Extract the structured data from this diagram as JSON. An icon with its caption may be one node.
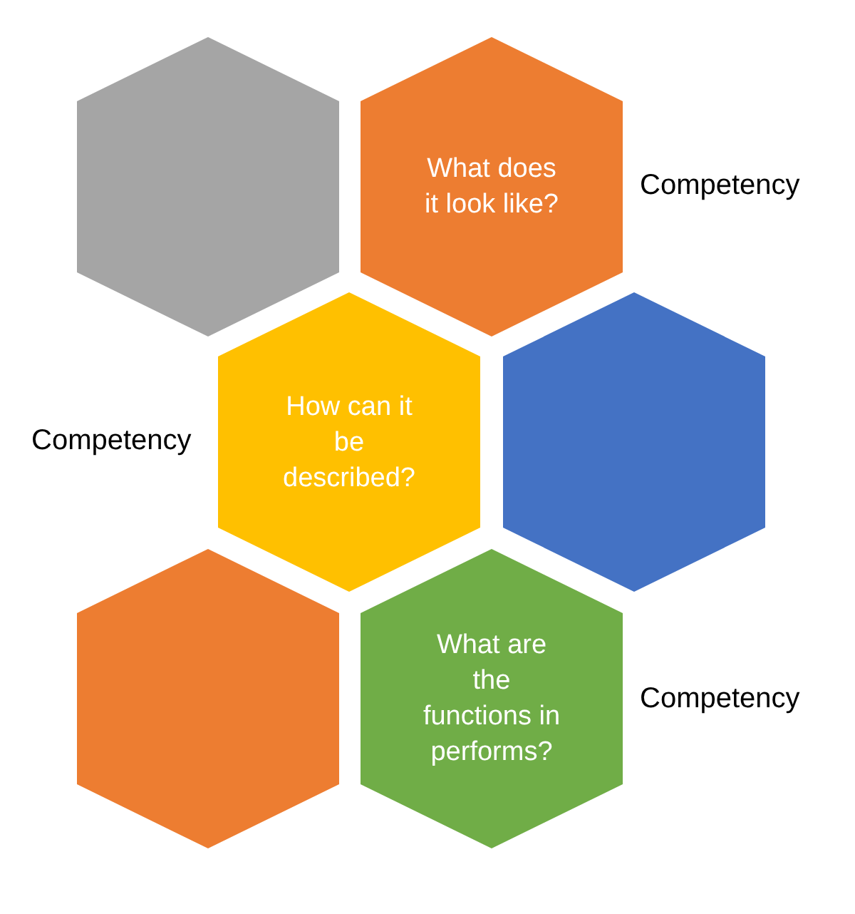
{
  "diagram": {
    "nodes": [
      {
        "text": [],
        "shape": "hexagon"
      },
      {
        "text": [
          "What does it look like?"
        ],
        "beside": [
          "Competency"
        ]
      },
      {
        "text": [
          "How can it be described?"
        ],
        "beside": [
          "Competency"
        ]
      },
      {
        "text": [],
        "shape": "hexagon"
      },
      {
        "text": [],
        "shape": "hexagon"
      },
      {
        "text": [
          "What are the functions in performs?"
        ],
        "beside": [
          "Competency"
        ]
      }
    ]
  }
}
